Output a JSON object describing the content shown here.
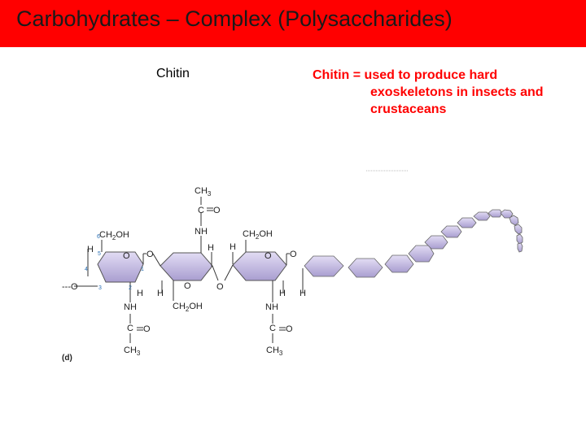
{
  "title": "Carbohydrates – Complex (Polysaccharides)",
  "left_label": "Chitin",
  "description": {
    "line1": "Chitin = used to produce hard",
    "line2": "exoskeletons in insects and",
    "line3": "crustaceans"
  },
  "diagram": {
    "panel_label": "(d)",
    "chain_start": "---O",
    "atoms": {
      "ch3": "CH",
      "ch3_sub": "3",
      "c": "C",
      "o": "O",
      "nh": "NH",
      "ch2oh": "CH",
      "ch2oh_sub": "2",
      "ch2oh_tail": "OH",
      "h": "H"
    },
    "ring_numbers": [
      "6",
      "5",
      "4",
      "3",
      "2",
      "1"
    ]
  },
  "colors": {
    "title_bar": "#ff0000",
    "description_text": "#ff0000",
    "ring_fill": "#c9bfe6",
    "ring_stroke": "#555555"
  }
}
